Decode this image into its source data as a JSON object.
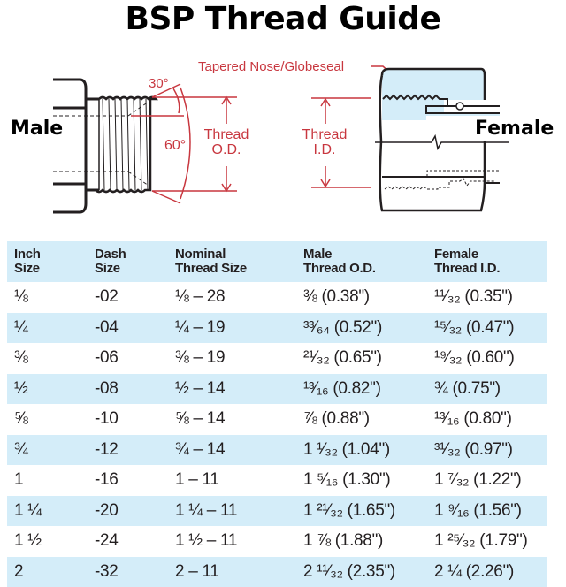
{
  "title": "BSP Thread Guide",
  "diagram": {
    "male_label": "Male",
    "female_label": "Female",
    "angle_30": "30°",
    "angle_60": "60°",
    "thread_od_label": "Thread\nO.D.",
    "thread_id_label": "Thread\nI.D.",
    "tapered_nose_label": "Tapered Nose/Globeseal",
    "colors": {
      "annotation": "#c8373f",
      "outline": "#231f20",
      "fill": "#d4edf9"
    }
  },
  "table": {
    "headers": [
      "Inch\nSize",
      "Dash\nSize",
      "Nominal\nThread Size",
      "Male\nThread O.D.",
      "Female\nThread I.D."
    ],
    "rows": [
      [
        "⅛",
        "-02",
        "⅛ – 28",
        "⅜ (0.38\")",
        "¹¹⁄₃₂ (0.35\")"
      ],
      [
        "¼",
        "-04",
        "¼ – 19",
        "³³⁄₆₄ (0.52\")",
        "¹⁵⁄₃₂ (0.47\")"
      ],
      [
        "⅜",
        "-06",
        "⅜ – 19",
        "²¹⁄₃₂ (0.65\")",
        "¹⁹⁄₃₂ (0.60\")"
      ],
      [
        "½",
        "-08",
        "½ – 14",
        "¹³⁄₁₆ (0.82\")",
        "¾ (0.75\")"
      ],
      [
        "⅝",
        "-10",
        "⅝ – 14",
        "⅞ (0.88\")",
        "¹³⁄₁₆ (0.80\")"
      ],
      [
        "¾",
        "-12",
        "¾ – 14",
        "1 ¹⁄₃₂ (1.04\")",
        "³¹⁄₃₂ (0.97\")"
      ],
      [
        "1",
        "-16",
        "1 – 11",
        "1 ⁵⁄₁₆ (1.30\")",
        "1 ⁷⁄₃₂ (1.22\")"
      ],
      [
        "1 ¼",
        "-20",
        "1 ¼ – 11",
        "1 ²¹⁄₃₂ (1.65\")",
        "1 ⁹⁄₁₆ (1.56\")"
      ],
      [
        "1 ½",
        "-24",
        "1 ½ – 11",
        "1 ⅞ (1.88\")",
        "1 ²⁵⁄₃₂ (1.79\")"
      ],
      [
        "2",
        "-32",
        "2 – 11",
        "2 ¹¹⁄₃₂ (2.35\")",
        "2 ¼ (2.26\")"
      ]
    ],
    "stripe_color": "#d4edf9"
  }
}
